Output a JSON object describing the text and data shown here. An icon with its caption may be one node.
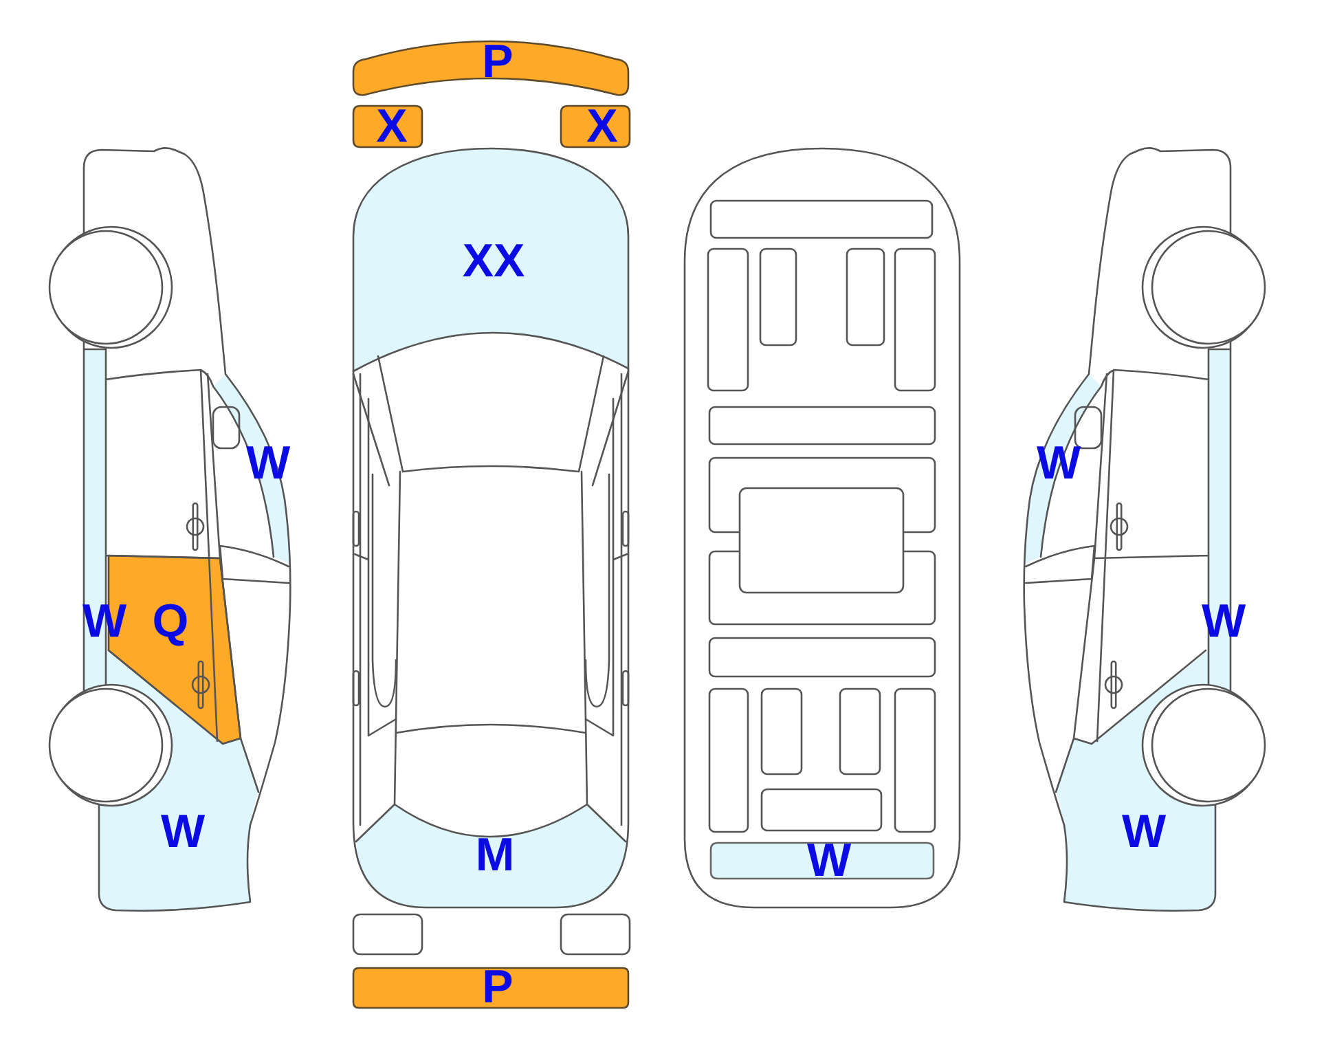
{
  "diagram": {
    "nodes": [
      {
        "text": [
          "P"
        ]
      },
      {
        "text": [
          "X"
        ]
      },
      {
        "text": [
          "X"
        ]
      },
      {
        "text": [
          "XX"
        ]
      },
      {
        "text": [
          "W"
        ]
      },
      {
        "text": [
          "W"
        ]
      },
      {
        "text": [
          "W"
        ]
      },
      {
        "text": [
          "Q"
        ]
      },
      {
        "text": [
          "W"
        ]
      },
      {
        "text": [
          "W"
        ]
      },
      {
        "text": [
          "M"
        ]
      },
      {
        "text": [
          "W"
        ]
      },
      {
        "text": [
          "W"
        ]
      },
      {
        "text": [
          "P"
        ]
      }
    ]
  }
}
